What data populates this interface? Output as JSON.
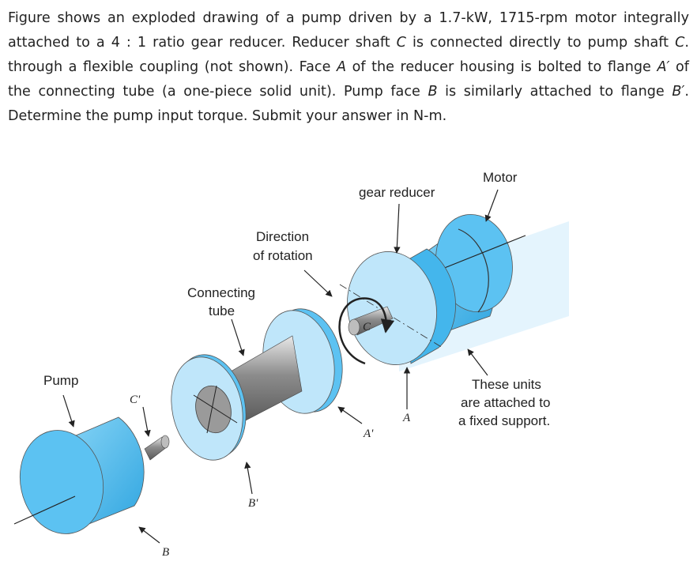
{
  "problem": {
    "p1": "Figure shows an exploded drawing of a pump driven by a 1.7-kW, 1715-rpm motor integrally attached to a 4 : 1 ratio gear reducer. Reducer shaft ",
    "C": "C",
    "p2": " is connected directly to pump shaft ",
    "Cp": "C",
    "p3": ". through a flexible coupling (not shown). Face ",
    "A": "A",
    "p4": " of the reducer housing is bolted to flange ",
    "Ap": "A′",
    "p5": " of the connecting tube (a one-piece solid unit). Pump face ",
    "B": "B",
    "p6": " is similarly attached to flange ",
    "Bp": "B′",
    "p7": ". Determine the pump input torque. Submit your answer in N-m."
  },
  "figure": {
    "labels": {
      "motor": "Motor",
      "gear_reducer": "gear reducer",
      "direction_l1": "Direction",
      "direction_l2": "of rotation",
      "connecting_l1": "Connecting",
      "connecting_l2": "tube",
      "pump": "Pump",
      "fixed_l1": "These units",
      "fixed_l2": "are attached to",
      "fixed_l3": "a fixed support.",
      "C": "C",
      "C_prime": "C'",
      "A": "A",
      "A_prime": "A'",
      "B": "B",
      "B_prime": "B'"
    },
    "colors": {
      "blue_light": "#bfe6fa",
      "blue_mid": "#5cc2f2",
      "blue_dark": "#2fa5e0",
      "gray": "#9a9a9a"
    }
  }
}
